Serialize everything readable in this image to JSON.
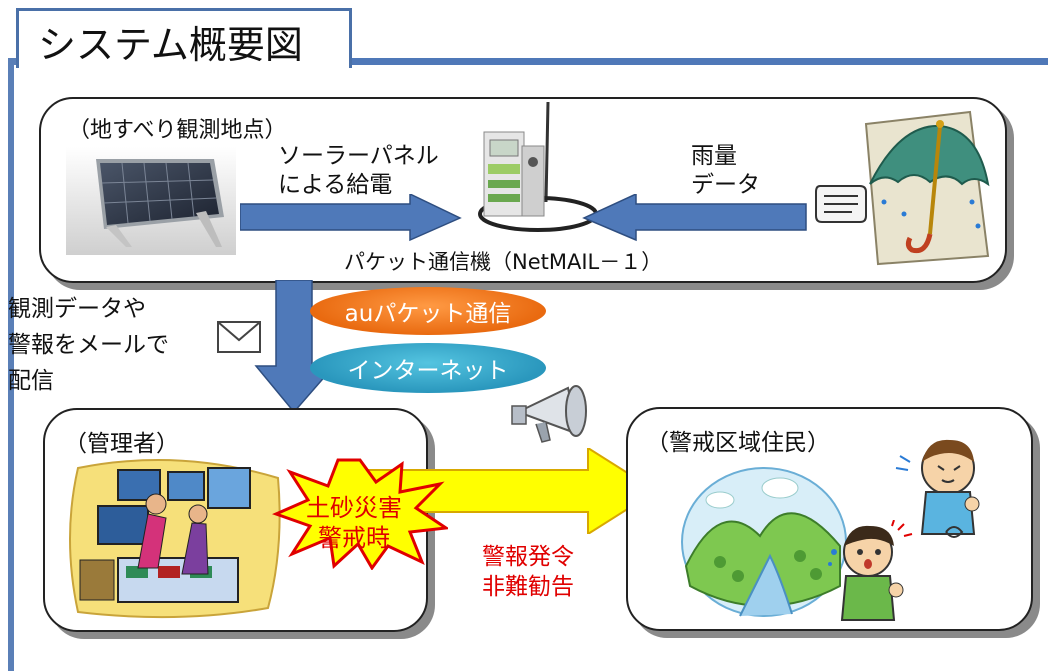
{
  "title": "システム概要図",
  "site_box": {
    "heading": "（地すべり観測地点）",
    "solar_label_line1": "ソーラーパネル",
    "solar_label_line2": "による給電",
    "rain_label_line1": "雨量",
    "rain_label_line2": "データ",
    "device_caption": "パケット通信機（NetMAIL－１）"
  },
  "mail_label": {
    "line1": "観測データや",
    "line2": "警報をメールで",
    "line3": "配信"
  },
  "channels": {
    "au": "auパケット通信",
    "internet": "インターネット"
  },
  "admin_box": {
    "heading": "（管理者）"
  },
  "resident_box": {
    "heading": "（警戒区域住民）"
  },
  "alert": {
    "line1": "土砂災害",
    "line2": "警戒時"
  },
  "alert_action": {
    "line1": "警報発令",
    "line2": "非難勧告"
  },
  "colors": {
    "frame_blue": "#4f78b8",
    "arrow_blue": "#4f79b9",
    "au_orange": "#e96a10",
    "internet_teal": "#2a97bd",
    "alert_red": "#e00000",
    "alert_yellow": "#ffff00"
  }
}
